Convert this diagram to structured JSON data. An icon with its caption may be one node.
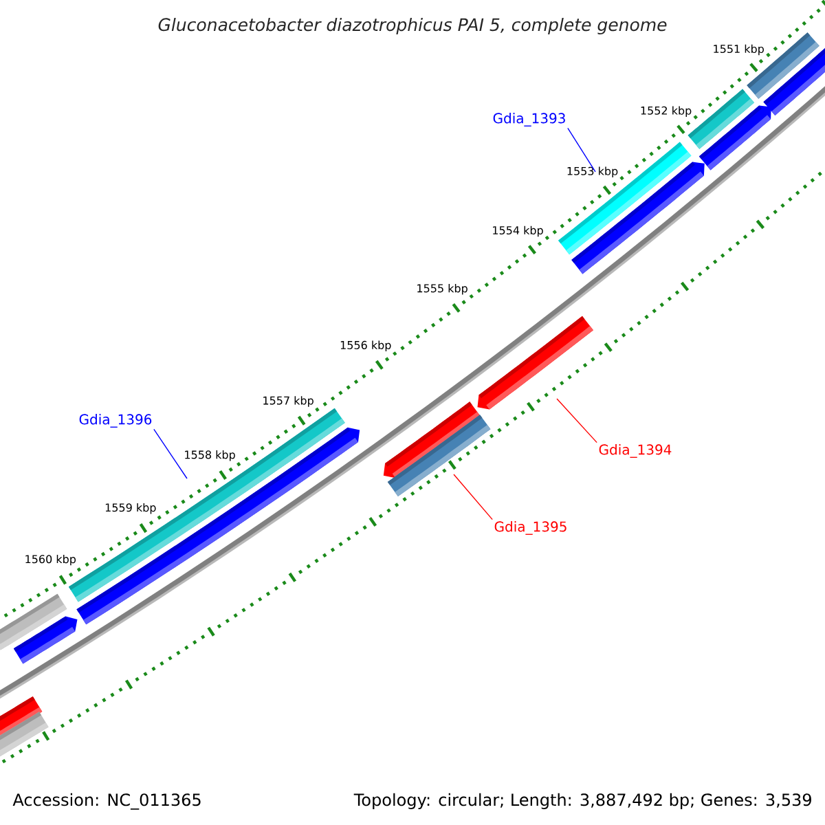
{
  "diagram": {
    "title": "Gluconacetobacter diazotrophicus PAI 5, complete genome",
    "nodes": [
      {
        "text": [
          "Gdia_1393"
        ]
      },
      {
        "text": [
          "Gdia_1396"
        ]
      },
      {
        "text": [
          "Gdia_1394"
        ]
      },
      {
        "text": [
          "Gdia_1395"
        ]
      }
    ],
    "edges": [
      {
        "from": 0,
        "to": null,
        "arrow": "none",
        "color": "#0000ff"
      },
      {
        "from": 1,
        "to": null,
        "arrow": "none",
        "color": "#0000ff"
      },
      {
        "from": 2,
        "to": null,
        "arrow": "none",
        "color": "#ff0000"
      },
      {
        "from": 3,
        "to": null,
        "arrow": "none",
        "color": "#ff0000"
      }
    ],
    "labels": [
      "1551 kbp",
      "1552 kbp",
      "1553 kbp",
      "1554 kbp",
      "1555 kbp",
      "1556 kbp",
      "1557 kbp",
      "1558 kbp",
      "1559 kbp",
      "1560 kbp",
      "Accession: NC_011365",
      "Topology: circular; Length: 3,887,492 bp; Genes: 3,539"
    ]
  }
}
